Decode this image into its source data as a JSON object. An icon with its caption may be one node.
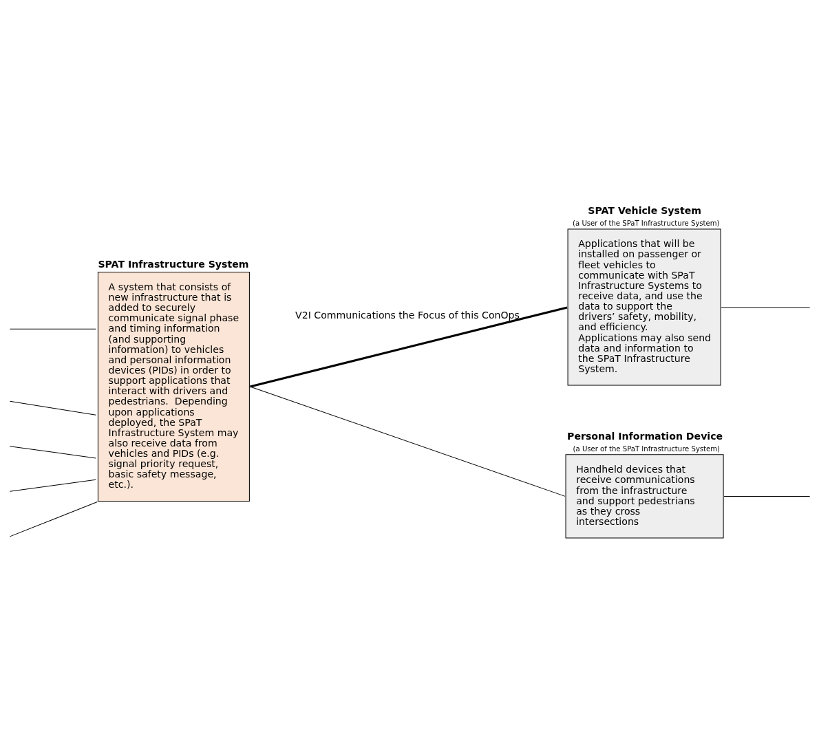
{
  "diagram": {
    "nodes": [
      {
        "text": [
          "SPAT Infrastructure System",
          "A system that consists of new infrastructure that is added to securely communicate signal phase and timing information (and supporting information) to vehicles and personal information devices (PIDs) in order to support applications that interact with drivers and pedestrians.  Depending upon applications deployed, the SPaT Infrastructure System may also receive data from vehicles and PIDs (e.g. signal priority request, basic safety message, etc.)."
        ]
      },
      {
        "text": [
          "SPAT Vehicle System",
          "(a User of the SPaT Infrastructure System)",
          "Applications that will be installed on passenger or fleet vehicles to communicate with SPaT Infrastructure Systems to receive data, and use the data to support the drivers’ safety, mobility, and efficiency. Applications may also send data and information to the SPaT Infrastructure System."
        ]
      },
      {
        "text": [
          "Personal Information Device",
          "(a User of the SPaT Infrastructure System)",
          "Handheld devices that receive communications from the infrastructure and support pedestrians as they cross intersections"
        ]
      }
    ],
    "edges": [
      {
        "from": null,
        "to": 0,
        "arrow": "none"
      },
      {
        "from": null,
        "to": 0,
        "arrow": "none"
      },
      {
        "from": null,
        "to": 0,
        "arrow": "none"
      },
      {
        "from": null,
        "to": 0,
        "arrow": "none"
      },
      {
        "from": null,
        "to": 0,
        "arrow": "none"
      },
      {
        "from": 0,
        "to": 1,
        "arrow": "none",
        "style": "thick",
        "label": "V2I Communications the Focus of this ConOps"
      },
      {
        "from": 0,
        "to": 2,
        "arrow": "none"
      },
      {
        "from": 1,
        "to": null,
        "arrow": "none"
      },
      {
        "from": 2,
        "to": null,
        "arrow": "none"
      }
    ]
  }
}
